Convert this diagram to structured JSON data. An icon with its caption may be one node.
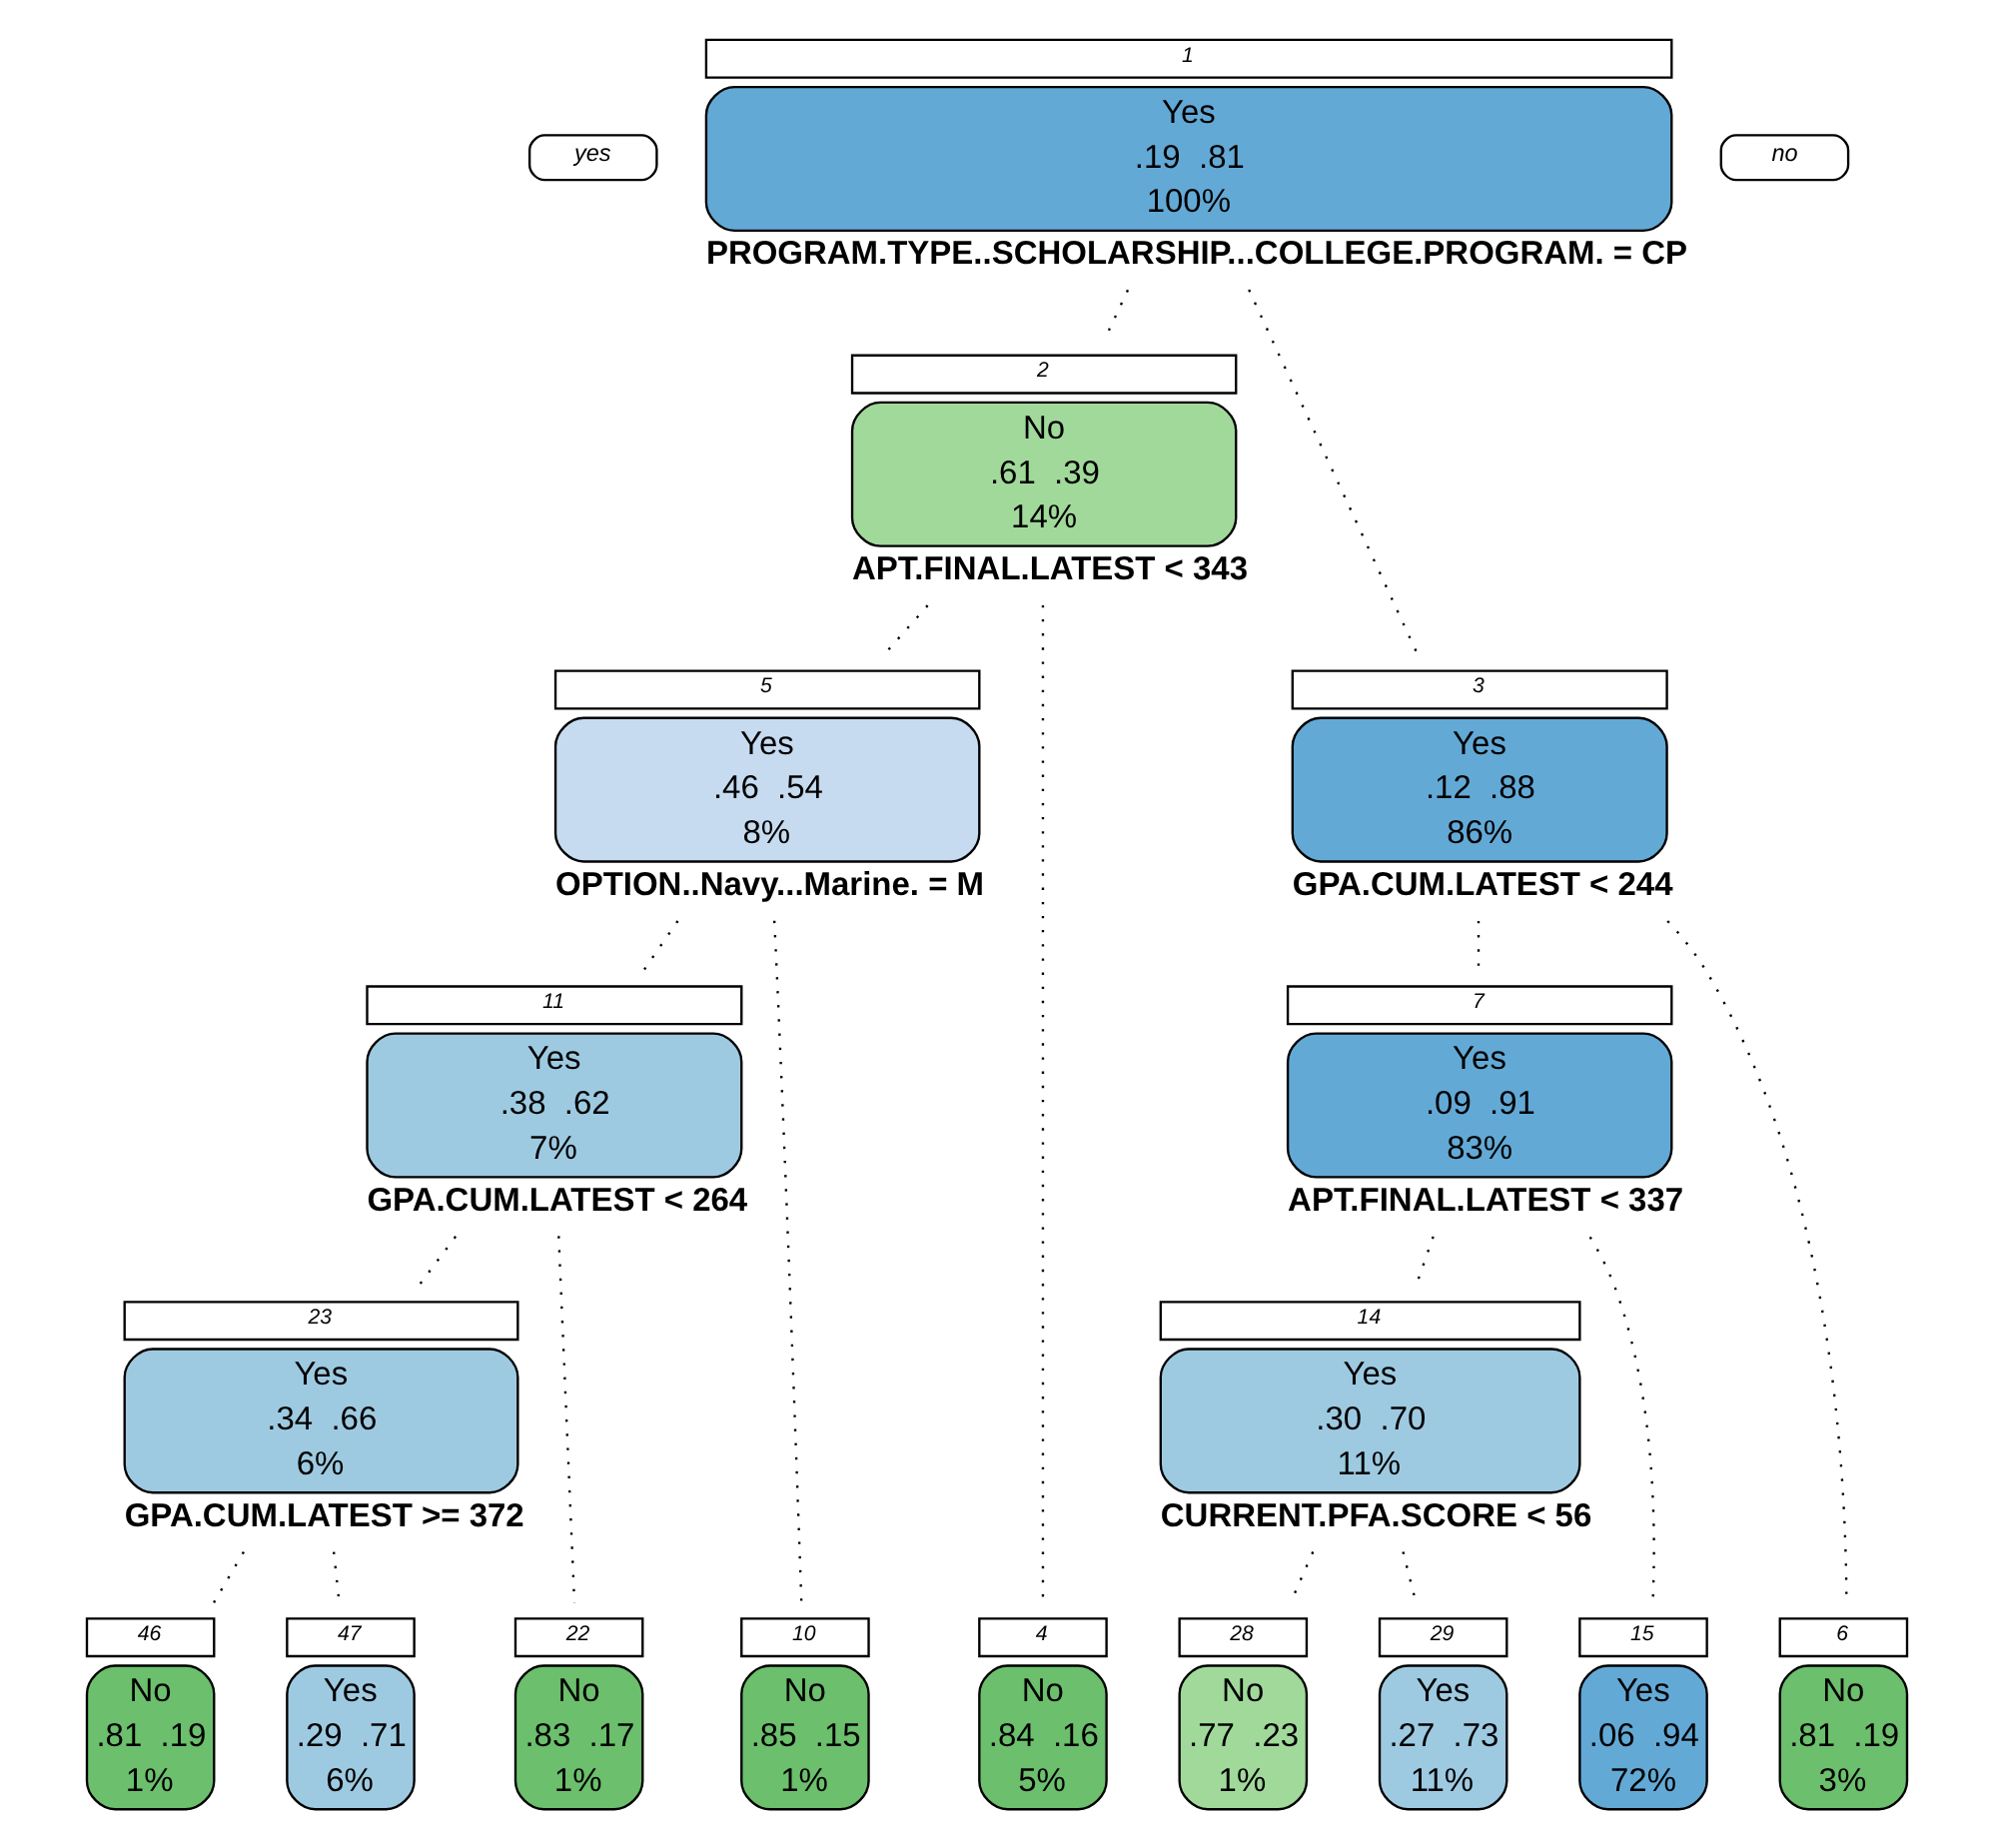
{
  "diagram": {
    "nodes": [
      {
        "text": [
          "Yes",
          ".19  .81",
          "100%"
        ],
        "beside": [
          "1",
          "PROGRAM.TYPE..SCHOLARSHIP...COLLEGE.PROGRAM. = CP"
        ]
      },
      {
        "text": [
          "No",
          ".61  .39",
          "14%"
        ],
        "beside": [
          "2",
          "APT.FINAL.LATEST < 343"
        ]
      },
      {
        "text": [
          "Yes",
          ".12  .88",
          "86%"
        ],
        "beside": [
          "3",
          "GPA.CUM.LATEST < 244"
        ]
      },
      {
        "text": [
          "Yes",
          ".46  .54",
          "8%"
        ],
        "beside": [
          "5",
          "OPTION..Navy...Marine. = M"
        ]
      },
      {
        "text": [
          "Yes",
          ".09  .91",
          "83%"
        ],
        "beside": [
          "7",
          "APT.FINAL.LATEST < 337"
        ]
      },
      {
        "text": [
          "Yes",
          ".38  .62",
          "7%"
        ],
        "beside": [
          "11",
          "GPA.CUM.LATEST < 264"
        ]
      },
      {
        "text": [
          "Yes",
          ".30  .70",
          "11%"
        ],
        "beside": [
          "14",
          "CURRENT.PFA.SCORE < 56"
        ]
      },
      {
        "text": [
          "Yes",
          ".34  .66",
          "6%"
        ],
        "beside": [
          "23",
          "GPA.CUM.LATEST >= 372"
        ]
      },
      {
        "text": [
          "No",
          ".84  .16",
          "5%"
        ],
        "beside": [
          "4"
        ]
      },
      {
        "text": [
          "No",
          ".85  .15",
          "1%"
        ],
        "beside": [
          "10"
        ]
      },
      {
        "text": [
          "No",
          ".83  .17",
          "1%"
        ],
        "beside": [
          "22"
        ]
      },
      {
        "text": [
          "No",
          ".81  .19",
          "1%"
        ],
        "beside": [
          "46"
        ]
      },
      {
        "text": [
          "Yes",
          ".29  .71",
          "6%"
        ],
        "beside": [
          "47"
        ]
      },
      {
        "text": [
          "No",
          ".81  .19",
          "3%"
        ],
        "beside": [
          "6"
        ]
      },
      {
        "text": [
          "No",
          ".77  .23",
          "1%"
        ],
        "beside": [
          "28"
        ]
      },
      {
        "text": [
          "Yes",
          ".27  .73",
          "11%"
        ],
        "beside": [
          "29"
        ]
      },
      {
        "text": [
          "Yes",
          ".06  .94",
          "72%"
        ],
        "beside": [
          "15"
        ]
      }
    ],
    "edges": [
      {
        "from": 0,
        "to": 1,
        "arrow": "none"
      },
      {
        "from": 0,
        "to": 2,
        "arrow": "none"
      },
      {
        "from": 1,
        "to": 8,
        "arrow": "none"
      },
      {
        "from": 1,
        "to": 3,
        "arrow": "none"
      },
      {
        "from": 3,
        "to": 9,
        "arrow": "none"
      },
      {
        "from": 3,
        "to": 5,
        "arrow": "none"
      },
      {
        "from": 5,
        "to": 10,
        "arrow": "none"
      },
      {
        "from": 5,
        "to": 7,
        "arrow": "none"
      },
      {
        "from": 7,
        "to": 11,
        "arrow": "none"
      },
      {
        "from": 7,
        "to": 12,
        "arrow": "none"
      },
      {
        "from": 2,
        "to": 13,
        "arrow": "none"
      },
      {
        "from": 2,
        "to": 4,
        "arrow": "none"
      },
      {
        "from": 4,
        "to": 6,
        "arrow": "none"
      },
      {
        "from": 4,
        "to": 16,
        "arrow": "none"
      },
      {
        "from": 6,
        "to": 14,
        "arrow": "none"
      },
      {
        "from": 6,
        "to": 15,
        "arrow": "none"
      }
    ],
    "labels": [
      "yes",
      "no"
    ]
  }
}
